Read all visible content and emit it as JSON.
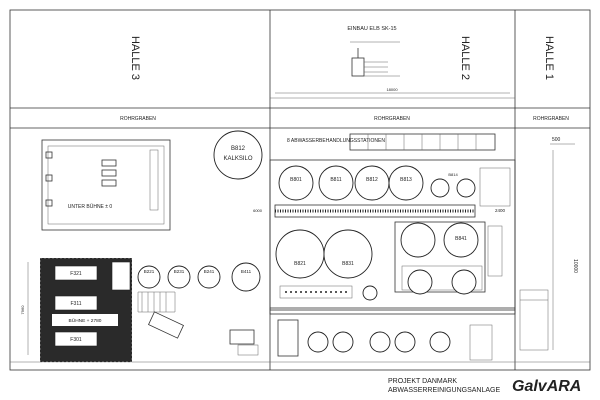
{
  "halls": [
    {
      "id": "halle3",
      "label": "HALLE 3"
    },
    {
      "id": "halle2",
      "label": "HALLE 2"
    },
    {
      "id": "halle1",
      "label": "HALLE 1"
    }
  ],
  "rohrgraben": [
    "ROHRGRABEN",
    "ROHRGRABEN",
    "ROHRGRABEN"
  ],
  "einbau_label": "EINBAU ELB SK-15",
  "dimensions": {
    "d18000": "18000",
    "d500": "500",
    "d2400": "2400",
    "d6000": "6000",
    "d7960": "7960",
    "d10000": "10000"
  },
  "stations_label": "8 ABWASSERBEHANDLUNGSSTATIONEN",
  "kalksilo": {
    "code": "B812",
    "label": "KALKSILO"
  },
  "buehne_upper": "UNTER BÜHNE ± 0",
  "buehne_lower": "BÜHNE + 2780",
  "top_tanks": [
    "B801",
    "B811",
    "B812",
    "B813",
    "B814"
  ],
  "large_tanks": [
    "B821",
    "B831",
    "B841"
  ],
  "row_tanks": [
    "B221",
    "B231",
    "B241",
    "B411"
  ],
  "left_units": [
    "F321",
    "F311",
    "F301"
  ],
  "project": {
    "line1": "PROJEKT DANMARK",
    "line2": "ABWASSERREINIGUNGSANLAGE"
  },
  "logo": "GalvARA",
  "colors": {
    "ink": "#222222",
    "paper": "#ffffff",
    "grid": "#2a2a2a"
  }
}
